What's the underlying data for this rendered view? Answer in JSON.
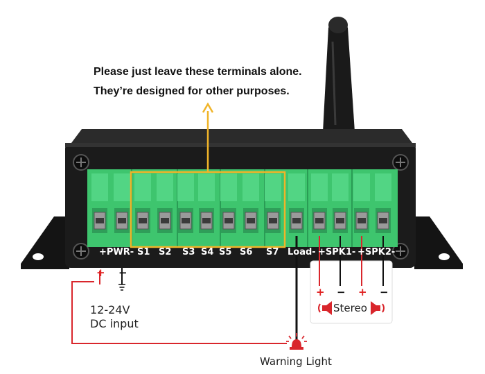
{
  "note": {
    "line1": "Please just leave these terminals alone.",
    "line2": "They’re designed for other purposes."
  },
  "terminals": {
    "pwr": "+PWR-",
    "s1": "S1",
    "s2": "S2",
    "s3": "S3",
    "s4": "S4",
    "s5": "S5",
    "s6": "S6",
    "s7": "S7",
    "load": "Load-",
    "spk1": "+SPK1-",
    "spk2": "+SPK2-"
  },
  "power": {
    "plus": "+",
    "minus": "−",
    "label_line1": "12-24V",
    "label_line2": "DC input"
  },
  "speakers": {
    "plus": "+",
    "minus": "−",
    "label": "Stereo"
  },
  "warning": {
    "label": "Warning Light"
  },
  "colors": {
    "terminal_green": "#3ec56e",
    "box_highlight": "#f0b429",
    "wire_red": "#d9262c",
    "device_body": "#1b1b1b"
  }
}
